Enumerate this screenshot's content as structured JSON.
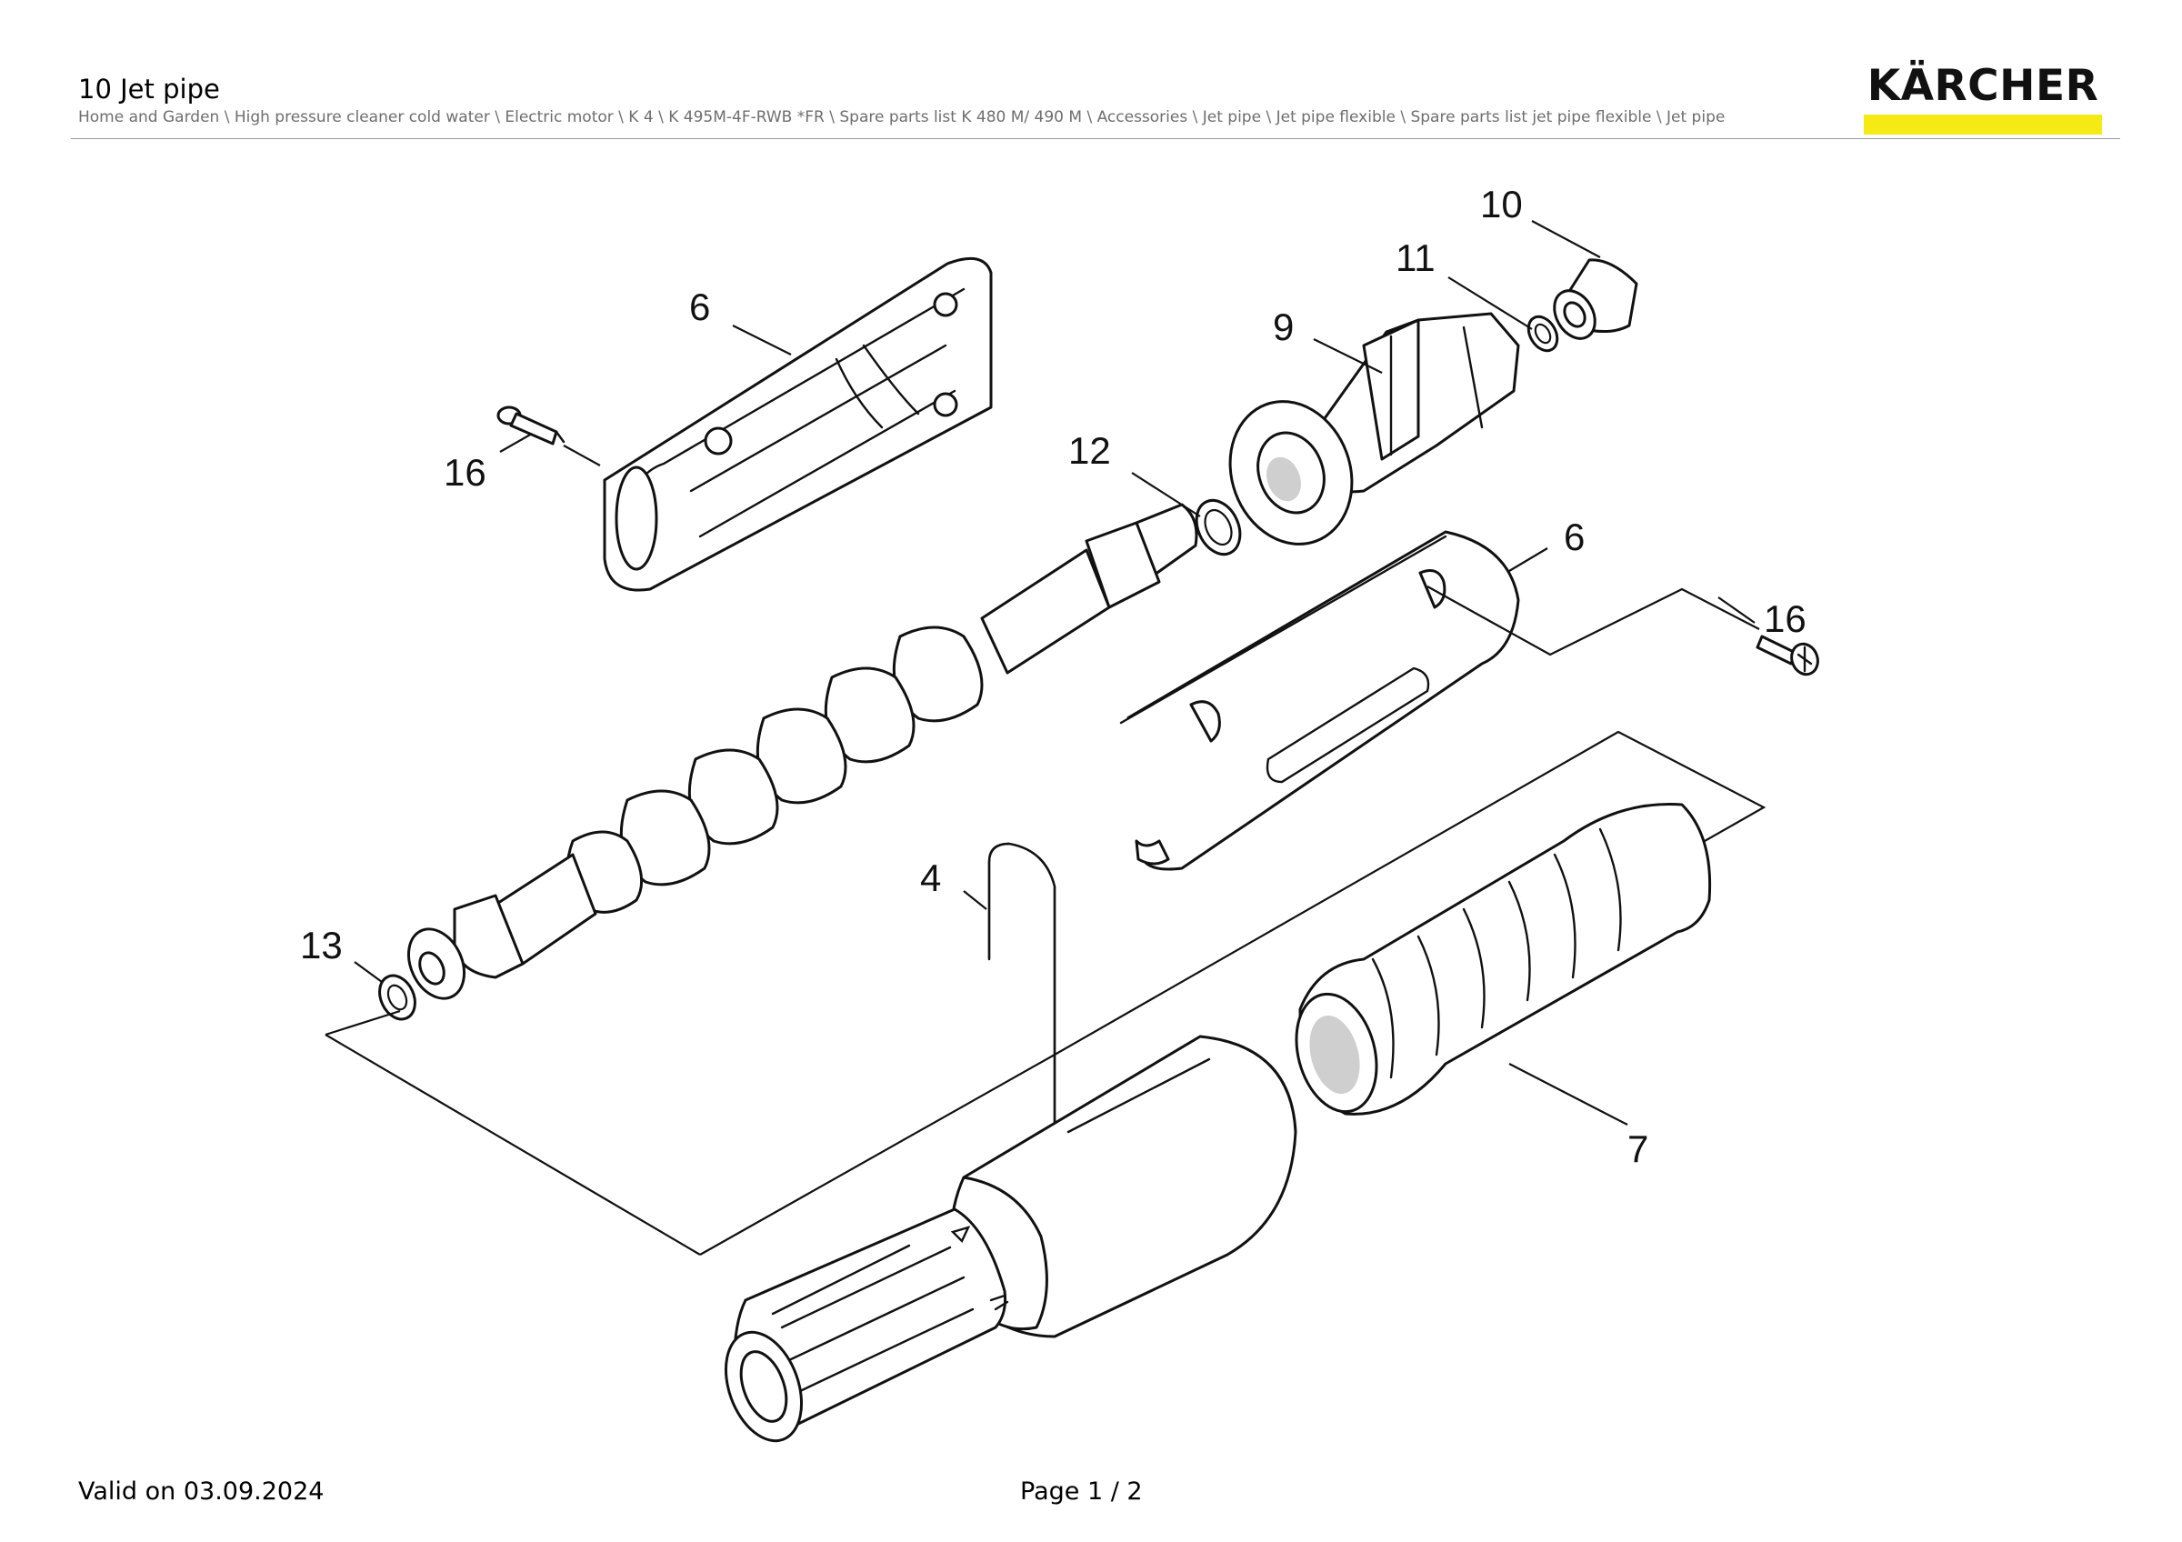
{
  "header": {
    "title": "10 Jet pipe",
    "breadcrumb": "Home and Garden \\ High pressure cleaner cold water \\ Electric motor \\ K 4 \\ K 495M-4F-RWB *FR \\ Spare parts list K 480 M/ 490 M \\ Accessories \\ Jet pipe \\ Jet pipe flexible \\ Spare parts list jet pipe flexible \\ Jet pipe",
    "logo_text": "KÄRCHER",
    "brand_color": "#f5ea14"
  },
  "diagram": {
    "callouts": [
      "10",
      "11",
      "9",
      "6",
      "16",
      "12",
      "6",
      "16",
      "4",
      "13",
      "7"
    ]
  },
  "footer": {
    "valid_on": "Valid on 03.09.2024",
    "page": "Page 1 / 2"
  }
}
